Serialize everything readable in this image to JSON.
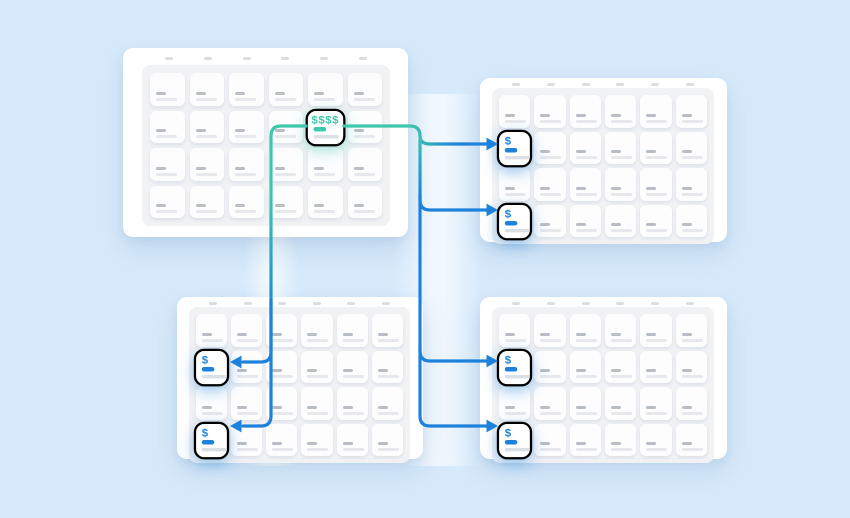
{
  "colors": {
    "background": "#d7eafb",
    "panel": "#ffffff",
    "panel_inner": "#f1f2f4",
    "card": "#fdfdfe",
    "bar_dark": "#b9bdc4",
    "bar_light": "#e6e8ec",
    "header_dash": "#dadde2",
    "teal": "#3ec8ab",
    "blue": "#1e82dc"
  },
  "panels": [
    {
      "id": "top-left",
      "rows": 4,
      "cols": 6,
      "highlights": [
        {
          "row": 2,
          "col": 5,
          "label": "$$$$",
          "accent": "teal",
          "role": "source"
        }
      ]
    },
    {
      "id": "top-right",
      "rows": 4,
      "cols": 6,
      "highlights": [
        {
          "row": 2,
          "col": 1,
          "label": "$",
          "accent": "blue",
          "role": "target"
        },
        {
          "row": 4,
          "col": 1,
          "label": "$",
          "accent": "blue",
          "role": "target"
        }
      ]
    },
    {
      "id": "bottom-left",
      "rows": 4,
      "cols": 6,
      "highlights": [
        {
          "row": 2,
          "col": 1,
          "label": "$",
          "accent": "blue",
          "role": "target"
        },
        {
          "row": 4,
          "col": 1,
          "label": "$",
          "accent": "blue",
          "role": "target"
        }
      ]
    },
    {
      "id": "bottom-right",
      "rows": 4,
      "cols": 6,
      "highlights": [
        {
          "row": 2,
          "col": 1,
          "label": "$",
          "accent": "blue",
          "role": "target"
        },
        {
          "row": 4,
          "col": 1,
          "label": "$",
          "accent": "blue",
          "role": "target"
        }
      ]
    }
  ],
  "connections": [
    {
      "from_panel": "top-left",
      "from_label": "$$$$",
      "to_panel": "top-right",
      "to_row": 2,
      "to_label": "$"
    },
    {
      "from_panel": "top-left",
      "from_label": "$$$$",
      "to_panel": "top-right",
      "to_row": 4,
      "to_label": "$"
    },
    {
      "from_panel": "top-left",
      "from_label": "$$$$",
      "to_panel": "bottom-left",
      "to_row": 2,
      "to_label": "$"
    },
    {
      "from_panel": "top-left",
      "from_label": "$$$$",
      "to_panel": "bottom-left",
      "to_row": 4,
      "to_label": "$"
    },
    {
      "from_panel": "top-left",
      "from_label": "$$$$",
      "to_panel": "bottom-right",
      "to_row": 2,
      "to_label": "$"
    },
    {
      "from_panel": "top-left",
      "from_label": "$$$$",
      "to_panel": "bottom-right",
      "to_row": 4,
      "to_label": "$"
    }
  ]
}
